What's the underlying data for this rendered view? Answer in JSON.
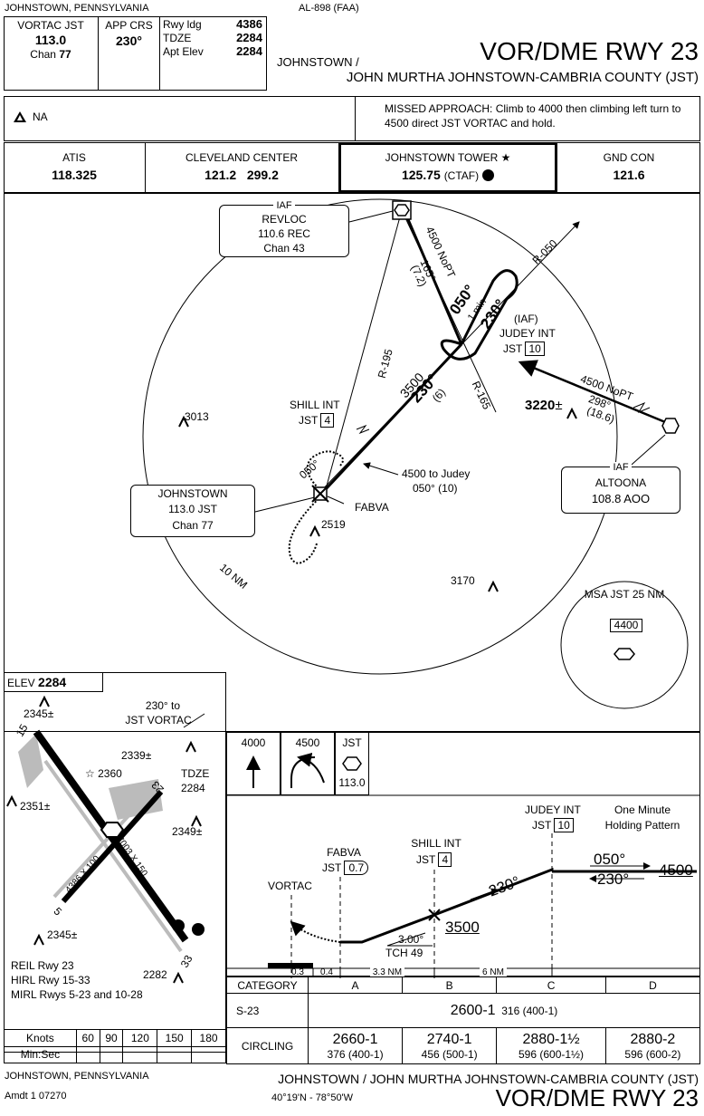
{
  "header": {
    "location": "JOHNSTOWN, PENNSYLVANIA",
    "procedure_code": "AL-898 (FAA)",
    "nav_facility_label": "VORTAC JST",
    "nav_freq": "113.0",
    "nav_chan_label": "Chan",
    "nav_chan": "77",
    "app_crs_label": "APP CRS",
    "app_crs": "230°",
    "rwy_ldg_label": "Rwy ldg",
    "rwy_ldg": "4386",
    "tdze_label": "TDZE",
    "tdze": "2284",
    "apt_elev_label": "Apt Elev",
    "apt_elev": "2284",
    "city": "JOHNSTOWN /",
    "title": "VOR/DME RWY 23",
    "airport": "JOHN MURTHA JOHNSTOWN-CAMBRIA COUNTY (JST)"
  },
  "notes": {
    "alt_minimums": "NA",
    "missed_approach": "MISSED APPROACH:  Climb to 4000 then climbing left turn to 4500 direct JST VORTAC and hold."
  },
  "comms": [
    {
      "name": "ATIS",
      "freq": "118.325"
    },
    {
      "name": "CLEVELAND CENTER",
      "freq": "121.2   299.2"
    },
    {
      "name": "JOHNSTOWN TOWER ★",
      "freq": "125.75",
      "extra": "(CTAF)"
    },
    {
      "name": "GND CON",
      "freq": "121.6"
    }
  ],
  "planview": {
    "iaf_label": "IAF",
    "revloc": {
      "name": "REVLOC",
      "freq": "110.6  REC",
      "chan": "Chan 43"
    },
    "altoona": {
      "name": "ALTOONA",
      "freq": "108.8  AOO"
    },
    "johnstown": {
      "name": "JOHNSTOWN",
      "freq": "113.0  JST",
      "chan": "Chan 77"
    },
    "radial_050": "R-050",
    "radial_195": "R-195",
    "radial_165": "R-165",
    "nopt_north": "4500 NoPT",
    "nopt_north_crs": "165°",
    "nopt_north_dist": "(7.2)",
    "hold_050": "050°",
    "hold_time": "1 min",
    "hold_230": "230°",
    "iaf_paren": "(IAF)",
    "judey": "JUDEY INT",
    "judey_jst": "JST",
    "judey_dme": "10",
    "nopt_east": "4500 NoPT",
    "nopt_east_crs": "298°",
    "nopt_east_dist": "(18.6)",
    "alt_3220": "3220",
    "alt_3013": "3013",
    "final_alt": "3500",
    "final_crs": "230°",
    "final_dist": "(6)",
    "shill": "SHILL INT",
    "shill_jst": "JST",
    "shill_dme": "4",
    "to_judey": "4500 to Judey",
    "to_judey_crs": "050° (10)",
    "ma_050": "050°",
    "fabva": "FABVA",
    "alt_2519": "2519",
    "ring_10nm": "10 NM",
    "alt_3170": "3170",
    "msa_label": "MSA JST 25 NM",
    "msa_alt": "4400"
  },
  "airport_diagram": {
    "elev_label": "ELEV",
    "elev": "2284",
    "obs_2345_top": "2345±",
    "to_vortac": "230° to",
    "to_vortac_2": "JST VORTAC",
    "obs_2339": "2339±",
    "beacon": "2360",
    "tdze_label": "TDZE",
    "tdze": "2284",
    "obs_2351": "2351±",
    "obs_2349": "2349±",
    "rwy_15": "15",
    "rwy_33": "33",
    "rwy_23": "23",
    "rwy_5": "5",
    "dim_long": "7003 X 150",
    "dim_short": "4386 X 100",
    "obs_2345_bot": "2345±",
    "obs_2282": "2282",
    "lighting": [
      "REIL Rwy 23",
      "HIRL Rwy 15-33",
      "MIRL Rwys 5-23 and 10-28"
    ]
  },
  "profile": {
    "icons": [
      {
        "alt": "4000"
      },
      {
        "alt": "4500"
      },
      {
        "name": "JST",
        "freq": "113.0"
      }
    ],
    "judey": "JUDEY INT",
    "judey_jst": "JST",
    "judey_dme": "10",
    "holding": "One Minute",
    "holding2": "Holding Pattern",
    "hold_out": "050°",
    "hold_in": "230°",
    "hold_alt": "4500",
    "shill": "SHILL INT",
    "shill_jst": "JST",
    "shill_dme": "4",
    "fabva": "FABVA",
    "fabva_jst": "JST",
    "fabva_dme": "0.7",
    "vortac": "VORTAC",
    "crs": "230°",
    "alt_3500": "3500",
    "gpa": "3.00°",
    "tch": "TCH 49",
    "seg_03": "0.3",
    "seg_04": "0.4",
    "seg_33": "3.3 NM",
    "seg_6": "6 NM"
  },
  "minimums": {
    "category_label": "CATEGORY",
    "categories": [
      "A",
      "B",
      "C",
      "D"
    ],
    "straight_label": "S-23",
    "straight_main": "2600-1",
    "straight_sub": "316 (400-1)",
    "circling_label": "CIRCLING",
    "circling": [
      {
        "main": "2660-1",
        "sub": "376 (400-1)"
      },
      {
        "main": "2740-1",
        "sub": "456 (500-1)"
      },
      {
        "main": "2880-1½",
        "sub": "596 (600-1½)"
      },
      {
        "main": "2880-2",
        "sub": "596 (600-2)"
      }
    ]
  },
  "timing": {
    "knots_label": "Knots",
    "speeds": [
      "60",
      "90",
      "120",
      "150",
      "180"
    ],
    "minsec_label": "Min:Sec"
  },
  "footer": {
    "location": "JOHNSTOWN, PENNSYLVANIA",
    "amdt": "Amdt 1  07270",
    "airport": "JOHNSTOWN / JOHN MURTHA JOHNSTOWN-CAMBRIA COUNTY (JST)",
    "coords": "40°19'N - 78°50'W",
    "title": "VOR/DME RWY 23"
  }
}
